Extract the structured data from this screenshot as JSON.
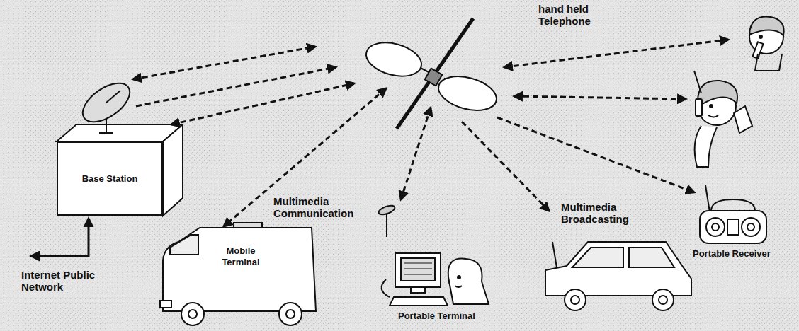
{
  "diagram": {
    "nodes": [
      {
        "text": [
          "Base Station"
        ]
      },
      {
        "text": [
          "Mobile Terminal"
        ]
      }
    ],
    "labels": [
      "hand held Telephone",
      "Multimedia Communication",
      "Multimedia Broadcasting",
      "Portable Terminal",
      "Portable Receiver",
      "Internet Public Network"
    ]
  }
}
